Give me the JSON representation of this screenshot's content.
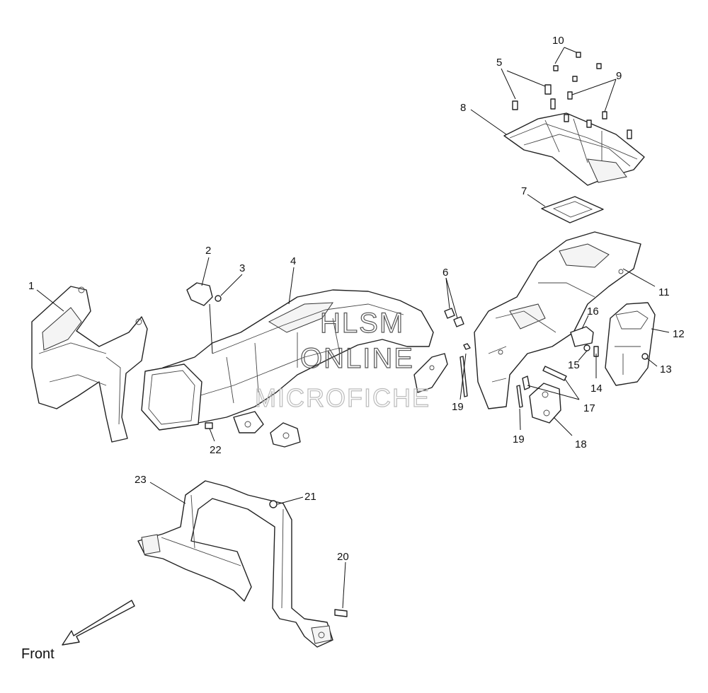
{
  "diagram": {
    "callouts": [
      "1",
      "2",
      "3",
      "4",
      "5",
      "6",
      "7",
      "8",
      "9",
      "10",
      "11",
      "12",
      "13",
      "14",
      "15",
      "16",
      "17",
      "18",
      "19",
      "19",
      "20",
      "21",
      "22",
      "23"
    ],
    "watermark": {
      "line1": "HLSM",
      "line2": "ONLINE",
      "line3": "MICROFICHE"
    },
    "front_label": "Front"
  }
}
